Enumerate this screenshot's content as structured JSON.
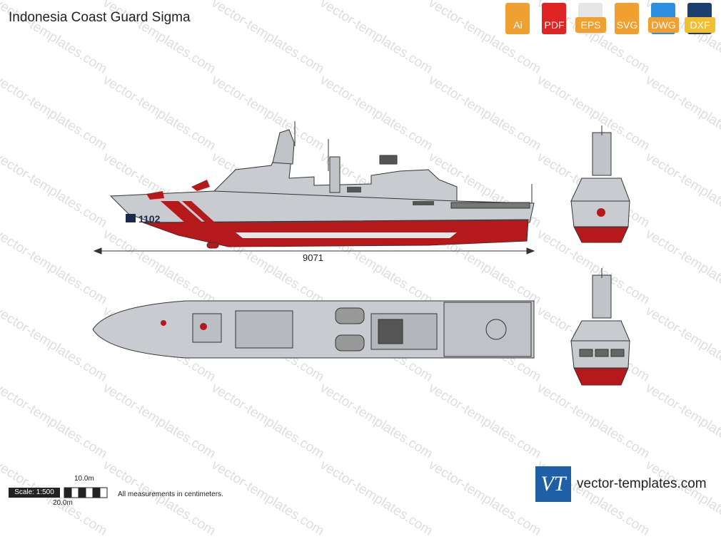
{
  "title": "Indonesia Coast Guard Sigma",
  "formats": [
    {
      "label": "Ai",
      "color": "#f0a030"
    },
    {
      "label": "PDF",
      "color": "#e02424"
    },
    {
      "label": "EPS",
      "color": "#e6e6e6",
      "band": "#f0a030"
    },
    {
      "label": "SVG",
      "color": "#f0a030"
    },
    {
      "label": "DWG",
      "color": "#2c8fe0",
      "band": "#f0a030"
    },
    {
      "label": "DXF",
      "color": "#1d3f6e",
      "band": "#f0c030"
    }
  ],
  "hull_number": "1102",
  "length_dimension": "9071",
  "scale": {
    "label": "Scale: 1:500",
    "tick_10": "10.0m",
    "tick_20": "20.0m"
  },
  "note": "All measurements in centimeters.",
  "brand": {
    "logo": "VT",
    "text": "vector-templates.com"
  },
  "watermark": "vector-templates.com",
  "colors": {
    "hull_red": "#b5191b",
    "hull_grey": "#c8ccd0",
    "deck_grey": "#b8bcc0",
    "line": "#333333"
  }
}
